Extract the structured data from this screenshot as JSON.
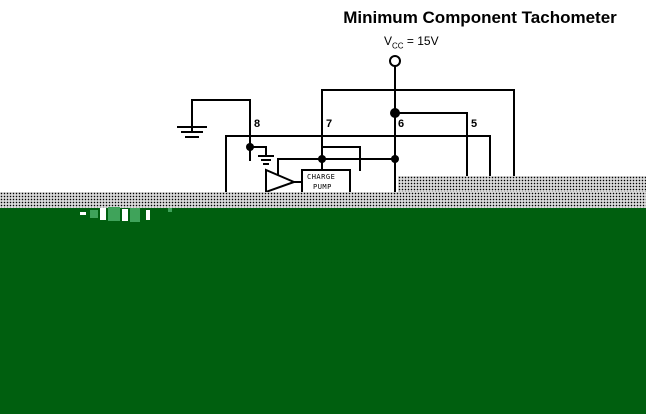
{
  "diagram": {
    "title": "Minimum Component Tachometer",
    "supply_label_prefix": "V",
    "supply_label_sub": "CC",
    "supply_label_suffix": " = 15V",
    "pins": [
      {
        "id": "pin-8",
        "label": "8"
      },
      {
        "id": "pin-7",
        "label": "7"
      },
      {
        "id": "pin-6",
        "label": "6"
      },
      {
        "id": "pin-5",
        "label": "5"
      }
    ],
    "blocks": {
      "charge_pump_line1": "CHARGE",
      "charge_pump_line2": "PUMP"
    }
  },
  "colors": {
    "wire": "#000000",
    "background": "#ffffff",
    "panel": "#005f0f",
    "band": "#d8d8d8"
  }
}
